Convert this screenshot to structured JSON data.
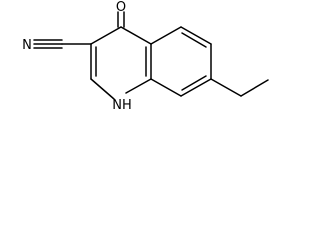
{
  "structure": {
    "atoms": {
      "oxygen": "O",
      "nitrile_nitrogen": "N",
      "ring_nh": "NH"
    }
  }
}
